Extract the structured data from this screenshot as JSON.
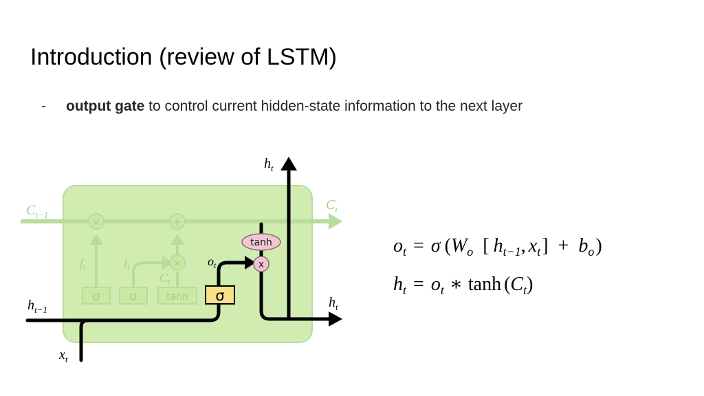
{
  "slide": {
    "title": "Introduction (review of LSTM)",
    "bullet": {
      "marker": "-",
      "bold_text": "output gate",
      "rest_text": " to control current hidden-state information to the next layer"
    }
  },
  "diagram": {
    "labels": {
      "h_top_base": "h",
      "h_top_sub": "t",
      "c_left_base": "C",
      "c_left_sub": "t−1",
      "c_right_base": "C",
      "c_right_sub": "t",
      "o_base": "o",
      "o_sub": "t",
      "f_base": "f",
      "f_sub": "t",
      "i_base": "i",
      "i_sub": "t",
      "c_tilde_base": "C",
      "c_tilde_sub": "t",
      "h_prev_base": "h",
      "h_prev_sub": "t−1",
      "h_out_base": "h",
      "h_out_sub": "t",
      "x_base": "x",
      "x_sub": "t"
    },
    "nodes": {
      "mult_symbol": "×",
      "plus_symbol": "+",
      "tanh_label": "tanh",
      "sigma_symbol": "σ",
      "tanh_box_label": "tanh",
      "output_mult_symbol": "x"
    },
    "colors": {
      "cell_fill": "#c9e9a4",
      "cell_stroke": "#a9d98a",
      "faded_line": "#b8dc9a",
      "faded_text": "#a7cf87",
      "active_line": "#000000",
      "sigma_gate_fill": "#f7e08a",
      "pink_node_fill": "#f2c5d3",
      "pink_node_stroke": "#8a6a74"
    }
  },
  "equations": {
    "eq1": {
      "lhs_base": "o",
      "lhs_sub": "t",
      "eq": "=",
      "sigma": "σ",
      "lparen": "(",
      "w_base": "W",
      "w_sub": "o",
      "lbracket": "[",
      "h_base": "h",
      "h_sub": "t−1",
      "comma": ",",
      "x_base": "x",
      "x_sub": "t",
      "rbracket": "]",
      "plus": "+",
      "b_base": "b",
      "b_sub": "o",
      "rparen": ")"
    },
    "eq2": {
      "lhs_base": "h",
      "lhs_sub": "t",
      "eq": "=",
      "o_base": "o",
      "o_sub": "t",
      "star": "∗",
      "tanh": "tanh",
      "lparen": "(",
      "c_base": "C",
      "c_sub": "t",
      "rparen": ")"
    }
  }
}
